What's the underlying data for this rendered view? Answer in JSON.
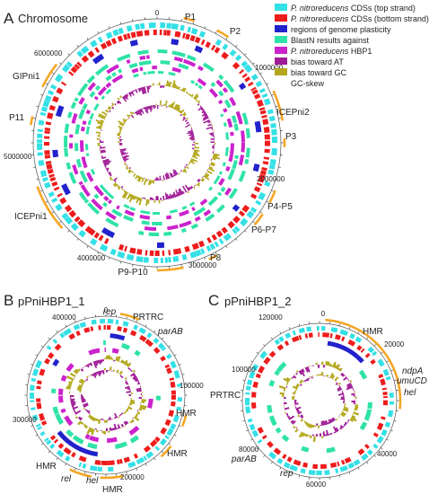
{
  "panels": {
    "a": {
      "letter": "A",
      "title": "Chromosome"
    },
    "b": {
      "letter": "B",
      "title": "pPniHBP1_1"
    },
    "c": {
      "letter": "C",
      "title": "pPniHBP1_2"
    }
  },
  "legend": [
    {
      "color": "#33e0e6",
      "species": "P. nitroreducens",
      "text": " CDSs (top strand)"
    },
    {
      "color": "#ee1c1c",
      "species": "P. nitroreducens",
      "text": " CDSs (bottom strand)"
    },
    {
      "color": "#2222cc",
      "species": "",
      "text": "regions of genome plasticity"
    },
    {
      "color": "#2fe2a8",
      "species": "",
      "text": "BlastN results against"
    },
    {
      "color": "#cc22cc",
      "species": "P. nitroreducens",
      "text": " HBP1"
    },
    {
      "color": "#a01c96",
      "species": "",
      "text": "bias toward AT"
    },
    {
      "color": "#b3a81c",
      "species": "",
      "text": "bias toward GC"
    },
    {
      "color": "",
      "species": "",
      "text": "GC-skew"
    }
  ],
  "chromosome": {
    "scale": [
      "0",
      "1000000",
      "2000000",
      "3000000",
      "4000000",
      "5000000",
      "6000000"
    ],
    "regions": [
      "P1",
      "P2",
      "ICEPni2",
      "P3",
      "P4-P5",
      "P6-P7",
      "P8",
      "P9-P10",
      "ICEPni1",
      "P11",
      "GIPni1"
    ]
  },
  "plasmid1": {
    "scale": [
      "0",
      "100000",
      "200000",
      "300000",
      "400000"
    ],
    "genes": [
      "rep",
      "PRTRC",
      "parAB",
      "HMR",
      "HMR",
      "HMR",
      "hel",
      "rel",
      "HMR"
    ]
  },
  "plasmid2": {
    "scale": [
      "0",
      "20000",
      "40000",
      "60000",
      "80000",
      "100000",
      "120000"
    ],
    "genes": [
      "HMR",
      "ndpA",
      "umuCD",
      "hel",
      "rep",
      "parAB",
      "PRTRC"
    ]
  },
  "colors": {
    "cds_top": "#33e0e6",
    "cds_bottom": "#ee1c1c",
    "plasticity": "#2222cc",
    "blast": "#2fe2a8",
    "hbp1": "#cc22cc",
    "at": "#a01c96",
    "gc": "#b3a81c",
    "region_arc": "#f5a623"
  }
}
